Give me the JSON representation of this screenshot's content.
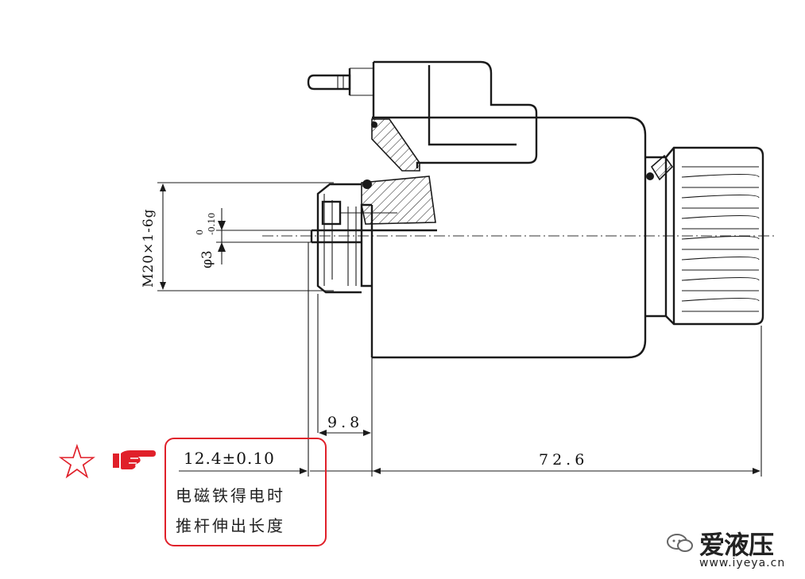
{
  "dimensions": {
    "thread_spec": "M20×1-6g",
    "rod_dia_symbol": "φ3",
    "rod_dia_upper": "0",
    "rod_dia_lower": "-0.10",
    "offset_98": "9.8",
    "body_length": "72.6",
    "push_length": "12.4±0.10"
  },
  "callout": {
    "line1": "电磁铁得电时",
    "line2": "推杆伸出长度"
  },
  "colors": {
    "highlight": "#e0202a",
    "line": "#1a1a1a"
  },
  "icons": {
    "star": "star-outline-icon",
    "hand": "pointing-hand-icon",
    "chat": "chat-bubble-icon"
  },
  "watermark": {
    "title": "爱液压",
    "url": "www.iyeya.cn"
  }
}
